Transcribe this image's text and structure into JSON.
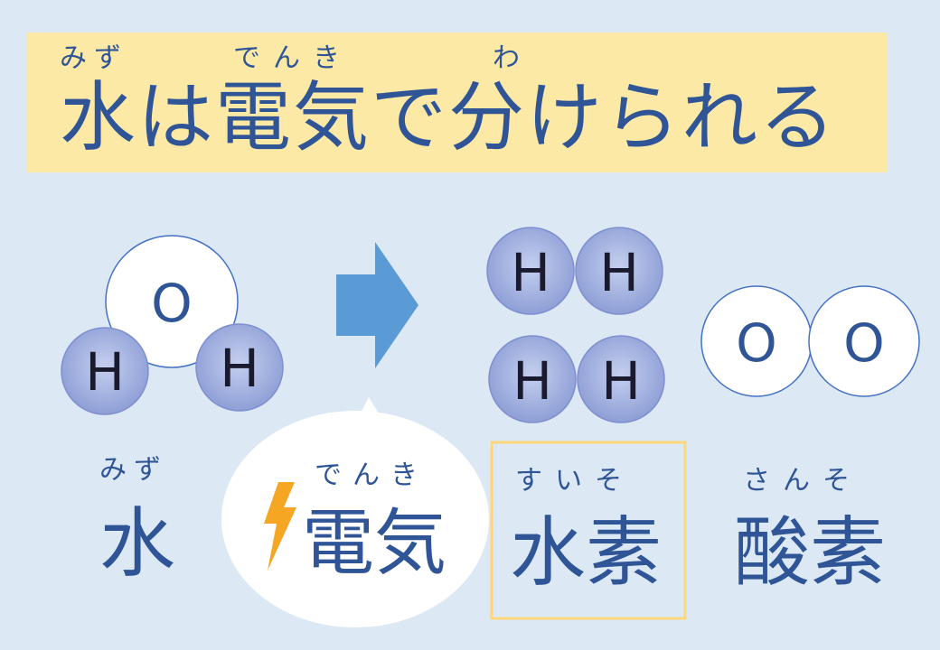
{
  "title": {
    "text": "水は電気で分けられる",
    "ruby": {
      "mizu": "みず",
      "denki": "でんき",
      "wa": "わ"
    }
  },
  "atoms": {
    "oxygen_label": "O",
    "hydrogen_label": "H"
  },
  "labels": {
    "water": {
      "ruby": "みず",
      "text": "水"
    },
    "electricity": {
      "ruby": "でんき",
      "text": "電気"
    },
    "hydrogen": {
      "ruby": "すいそ",
      "text": "水素"
    },
    "oxygen": {
      "ruby": "さんそ",
      "text": "酸素"
    }
  },
  "colors": {
    "background": "#dce8f4",
    "title_band": "#fde9a6",
    "text_blue": "#2f5597",
    "hydrogen_fill": "#8e9fd6",
    "oxygen_fill": "#ffffff",
    "arrow": "#5b9bd5",
    "highlight_border": "#fdd77a",
    "lightning": "#f5a623"
  },
  "icons": {
    "arrow": "right-arrow-icon",
    "lightning": "lightning-icon"
  }
}
